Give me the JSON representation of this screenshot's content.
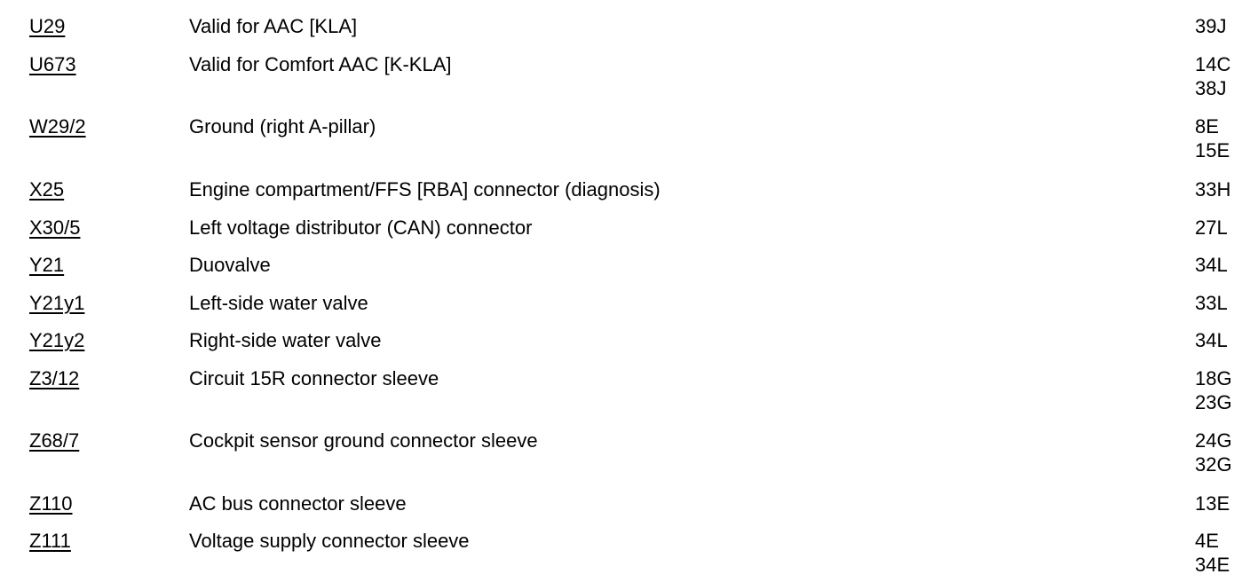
{
  "rows": [
    {
      "code": "U29",
      "description": "Valid for AAC [KLA]",
      "refs": [
        "39J"
      ]
    },
    {
      "code": "U673",
      "description": "Valid for Comfort AAC [K-KLA]",
      "refs": [
        "14C",
        "38J"
      ]
    },
    {
      "code": "W29/2",
      "description": "Ground (right A-pillar)",
      "refs": [
        "8E",
        "15E"
      ]
    },
    {
      "code": "X25",
      "description": "Engine compartment/FFS [RBA] connector (diagnosis)",
      "refs": [
        "33H"
      ]
    },
    {
      "code": "X30/5",
      "description": "Left voltage distributor (CAN) connector",
      "refs": [
        "27L"
      ]
    },
    {
      "code": "Y21",
      "description": "Duovalve",
      "refs": [
        "34L"
      ]
    },
    {
      "code": "Y21y1",
      "description": "Left-side water valve",
      "refs": [
        "33L"
      ]
    },
    {
      "code": "Y21y2",
      "description": "Right-side water valve",
      "refs": [
        "34L"
      ]
    },
    {
      "code": "Z3/12",
      "description": "Circuit 15R connector sleeve",
      "refs": [
        "18G",
        "23G"
      ]
    },
    {
      "code": "Z68/7",
      "description": "Cockpit sensor ground connector sleeve",
      "refs": [
        "24G",
        "32G"
      ]
    },
    {
      "code": "Z110",
      "description": "AC bus connector sleeve",
      "refs": [
        "13E"
      ]
    },
    {
      "code": "Z111",
      "description": "Voltage supply connector sleeve",
      "refs": [
        "4E",
        "34E"
      ]
    }
  ]
}
